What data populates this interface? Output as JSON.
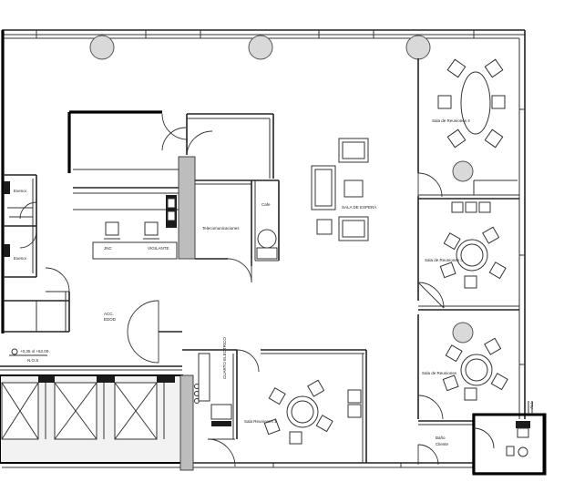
{
  "rooms": {
    "sala_reuniones_4": "Sala de Reuniones 4",
    "sala_reuniones_3": "Sala de Reuniones 3",
    "sala_reuniones_2": "Sala de Reuniones",
    "sala_reuniones_1": "Sala Reuniones 1",
    "sala_espera": "SALA DE ESPERA",
    "telecomunicaciones": "Telecomunicaciones",
    "cafe": "Cafe",
    "jnc": "JNC",
    "vigilante": "VIGILANTE",
    "acc": "ACC.",
    "acc2": "EDOD",
    "banio_cliente_1": "Baño",
    "banio_cliente_2": "Cliente",
    "wc_a": "Exenoi",
    "wc_b": "Exenoi",
    "cuarto_electrico": "CUARTO ELECTRICO",
    "nivel": "+0,35  ol  +52,00",
    "nivel_sub": "N.O.S",
    "tag": "ALL"
  }
}
